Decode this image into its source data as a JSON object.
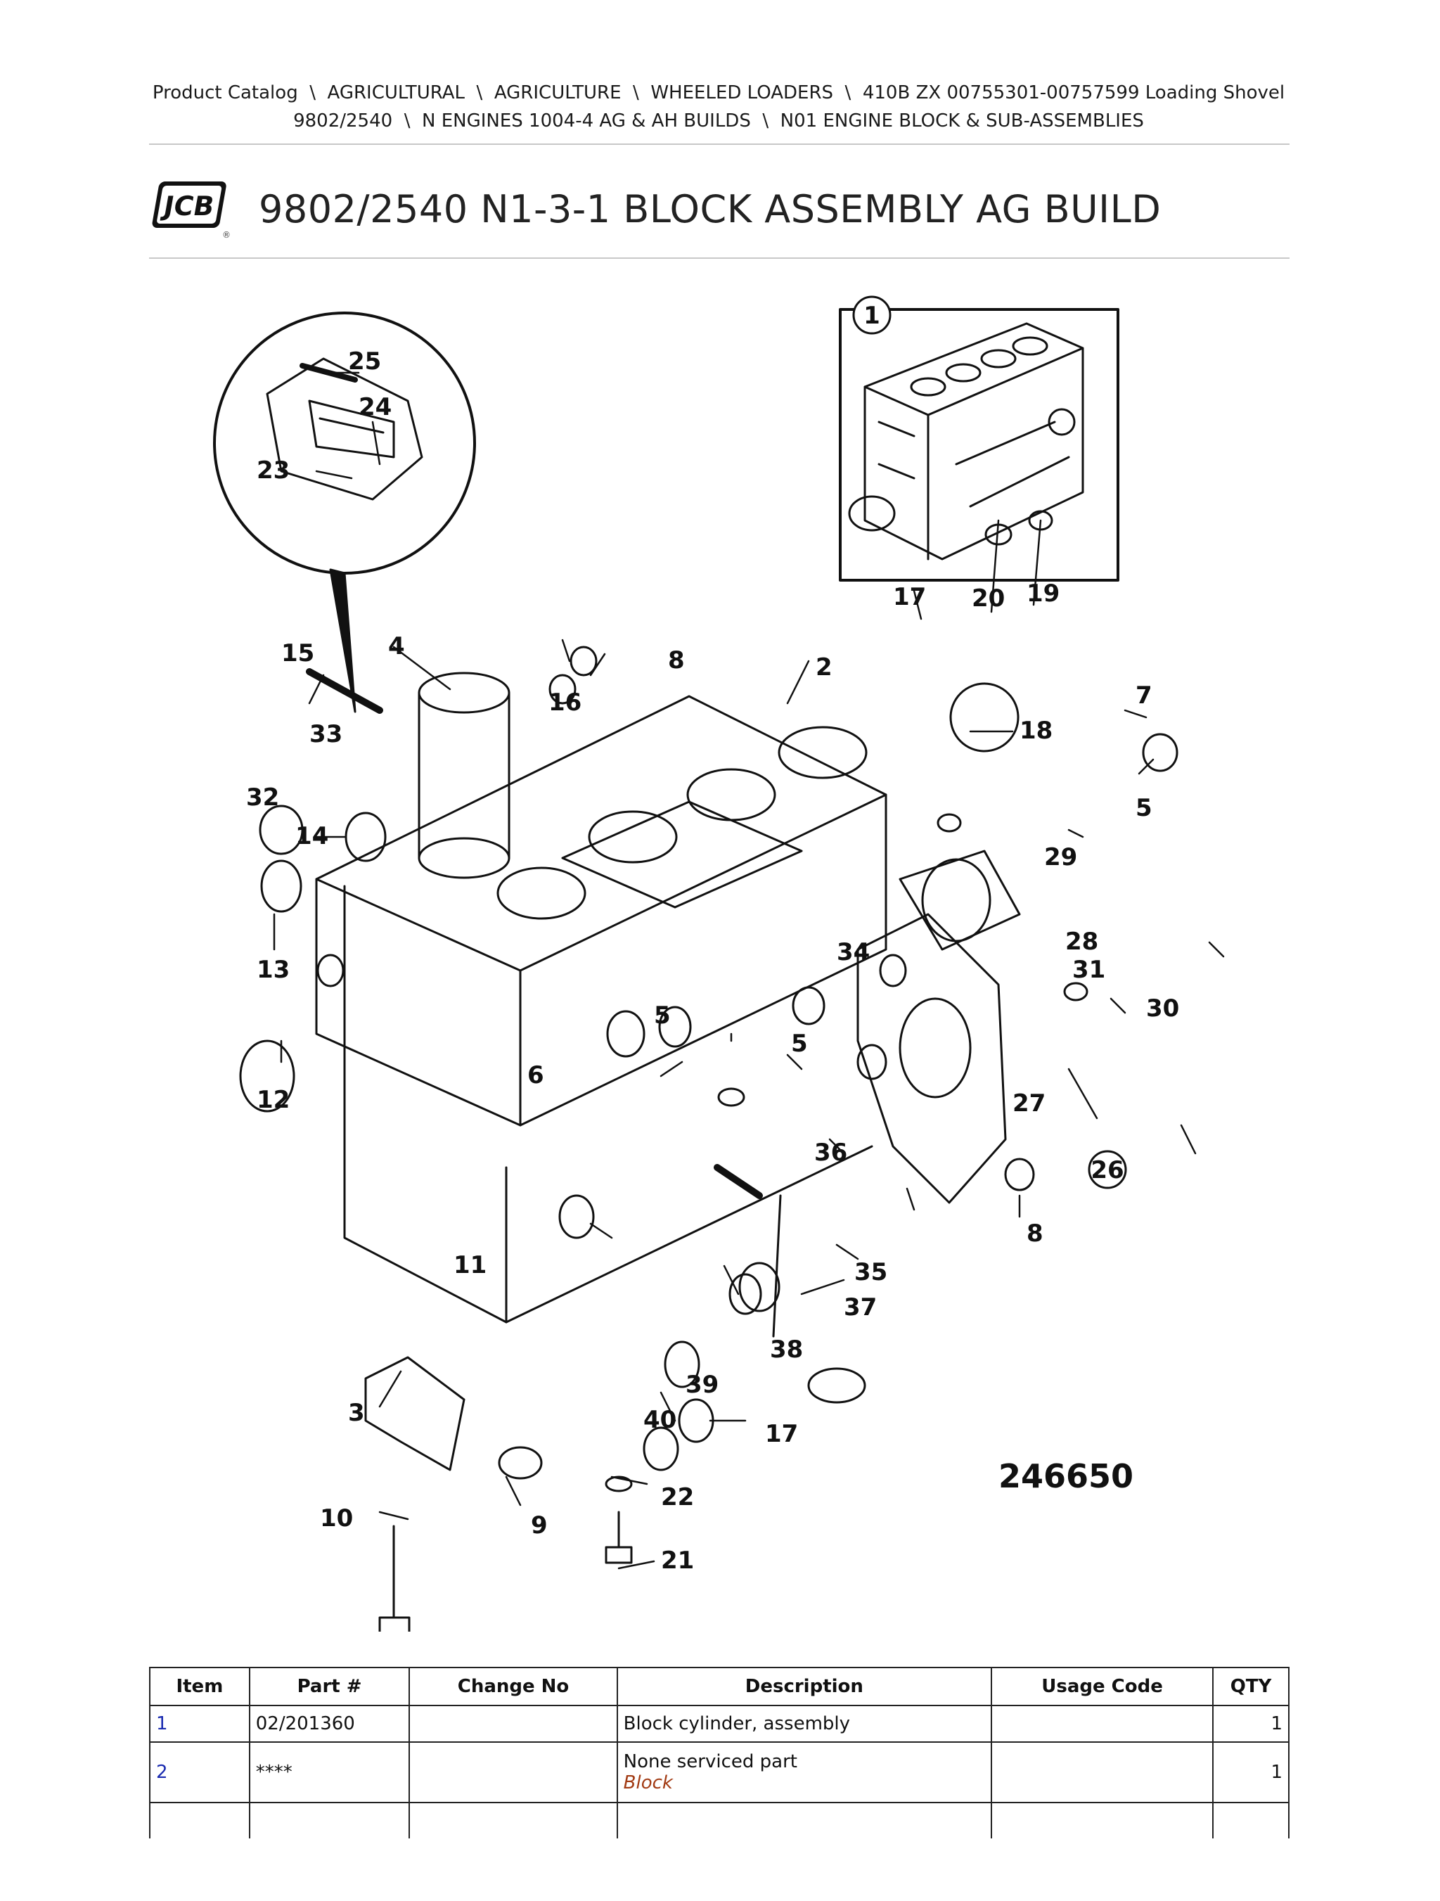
{
  "breadcrumb": {
    "line1": "Product Catalog  \\  AGRICULTURAL  \\  AGRICULTURE  \\  WHEELED LOADERS  \\  410B ZX 00755301-00757599 Loading Shovel",
    "line2": "9802/2540  \\  N ENGINES 1004-4 AG & AH BUILDS  \\  N01 ENGINE BLOCK & SUB-ASSEMBLIES"
  },
  "logo": {
    "text": "JCB",
    "mark": "®"
  },
  "page_title": "9802/2540 N1-3-1 BLOCK ASSEMBLY AG BUILD",
  "diagram": {
    "drawing_number": "246650",
    "callouts": [
      "1",
      "2",
      "3",
      "4",
      "5",
      "5",
      "5",
      "6",
      "7",
      "8",
      "8",
      "9",
      "10",
      "11",
      "12",
      "13",
      "14",
      "15",
      "16",
      "17",
      "17",
      "18",
      "19",
      "20",
      "21",
      "22",
      "23",
      "24",
      "25",
      "26",
      "27",
      "28",
      "29",
      "30",
      "31",
      "32",
      "33",
      "34",
      "35",
      "36",
      "37",
      "38",
      "39",
      "40"
    ]
  },
  "table": {
    "headers": [
      "Item",
      "Part #",
      "Change No",
      "Description",
      "Usage Code",
      "QTY"
    ],
    "rows": [
      {
        "item": "1",
        "part": "02/201360",
        "change": "",
        "description": "Block cylinder, assembly",
        "sub": "",
        "usage": "",
        "qty": "1"
      },
      {
        "item": "2",
        "part": "****",
        "change": "",
        "description": "None serviced part",
        "sub": "Block",
        "usage": "",
        "qty": "1"
      }
    ]
  },
  "colors": {
    "link": "#1a2bb0",
    "sub_description": "#a23b14",
    "rule": "#c8c8c8"
  }
}
